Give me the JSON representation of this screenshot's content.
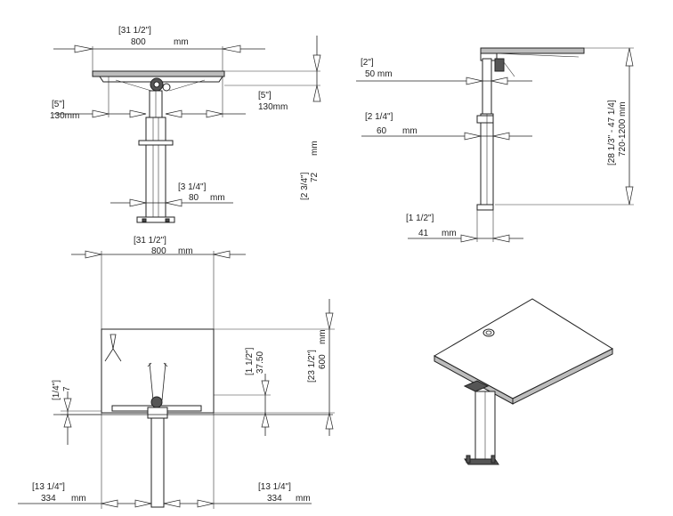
{
  "front_view": {
    "width": {
      "inch": "[31 1/2\"]",
      "mm": "800",
      "unit": "mm"
    },
    "overhang_l": {
      "inch": "[5\"]",
      "mm": "130mm"
    },
    "overhang_r": {
      "inch": "[5\"]",
      "mm": "130mm"
    },
    "thickness": {
      "inch": "[2 3/4\"]",
      "mm": "72",
      "unit": "mm"
    },
    "column": {
      "inch": "[3 1/4\"]",
      "mm": "80",
      "unit": "mm"
    }
  },
  "side_view": {
    "upper_col": {
      "inch": "[2\"]",
      "mm": "50 mm"
    },
    "lower_col": {
      "inch": "[2 1/4\"]",
      "mm": "60",
      "unit": "mm"
    },
    "foot": {
      "inch": "[1 1/2\"]",
      "mm": "41",
      "unit": "mm"
    },
    "height": {
      "inch": "[28 1/3\" - 47 1/4]",
      "mm": "720-1200 mm"
    }
  },
  "top_view": {
    "width": {
      "inch": "[31 1/2\"]",
      "mm": "800",
      "unit": "mm"
    },
    "depth": {
      "inch": "[23 1/2\"]",
      "mm": "600",
      "unit": "mm"
    },
    "setback": {
      "inch": "[1 1/2\"]",
      "mm": "37.50"
    },
    "edge": {
      "inch": "[1/4\"]",
      "mm": "7"
    },
    "left_off": {
      "inch": "[13 1/4\"]",
      "mm": "334",
      "unit": "mm"
    },
    "right_off": {
      "inch": "[13 1/4\"]",
      "mm": "334",
      "unit": "mm"
    }
  }
}
